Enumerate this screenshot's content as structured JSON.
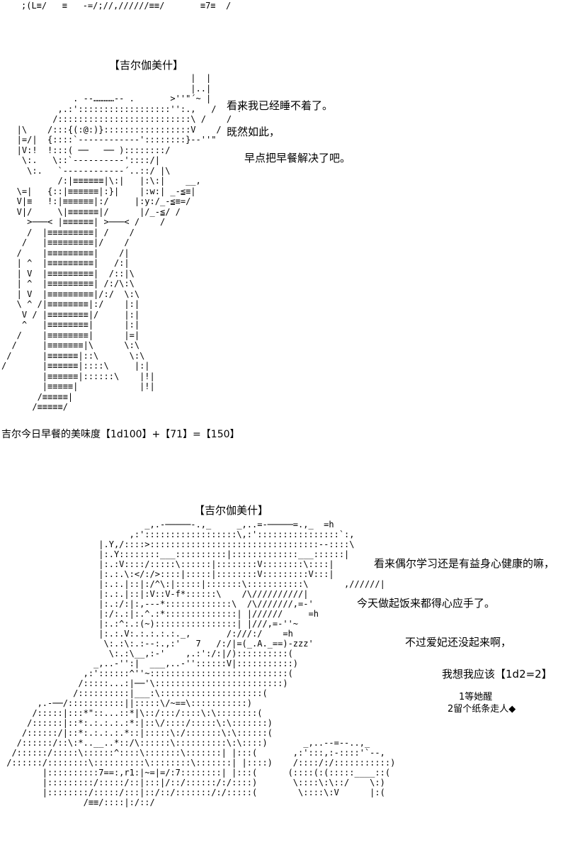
{
  "page": {
    "background_color": "#ffffff",
    "text_color": "#000000"
  },
  "banner_art": ";(L≡/   ≡   -=/;//,//////≡≡/       ≡7≡  /",
  "section1": {
    "speaker": "【吉尔伽美什】",
    "dialogue": [
      "看来我已经睡不着了。",
      "既然如此，",
      "早点把早餐解决了吧。"
    ],
    "result": "吉尔今日早餐的美味度【1d100】+【71】=【150】",
    "ascii_art": [
      "                                     |  |",
      "                                     |..|",
      "              . -‐…………‐- .       >''\"´~ |",
      "           ,.:'::::::::::::::::::'':.,   /    !",
      "          /::::::::::::::::::::::::::\\ /    /",
      "   |\\    /:::{(:@:)}:::::::::::::::::V    /",
      "   |=/|  {::::`------------'::::::::}--''\"",
      "   |V:!  !:::( ──   ── )::::::::/",
      "    \\:.   \\::`‐--------‐'::::/|",
      "     \\:.   `‐----------‐´..::/ |\\",
      "           /:|≡≡≡≡≡≡|\\:|   |:\\:|    __,",
      "   \\=|   {::|≡≡≡≡≡≡|:}|    |:w:| _-≦≡|",
      "   V|≡   !:|≡≡≡≡≡≡|:/     |:y:/_-≦≡=/",
      "   V|/     \\|≡≡≡≡≡≡|/      |/_-≦/ /",
      "     >───< |≡≡≡≡≡≡| >───< /    /",
      "     /  |≡≡≡≡≡≡≡≡≡| /    /",
      "    /   |≡≡≡≡≡≡≡≡≡|/    /",
      "   /    |≡≡≡≡≡≡≡≡≡|    /|",
      "   | ^  |≡≡≡≡≡≡≡≡≡|   /:|",
      "   | V  |≡≡≡≡≡≡≡≡≡|  /::|\\",
      "   | ^  |≡≡≡≡≡≡≡≡≡| /:/\\:\\",
      "   | V  |≡≡≡≡≡≡≡≡≡|/:/  \\:\\",
      "   \\ ^ /|≡≡≡≡≡≡≡≡|:/    |:|",
      "    V / |≡≡≡≡≡≡≡≡|/     |:|",
      "    ^   |≡≡≡≡≡≡≡≡|      |:|",
      "   /    |≡≡≡≡≡≡≡≡|      |=|",
      "  /     |≡≡≡≡≡≡≡|\\      \\:\\",
      " /      |≡≡≡≡≡≡|::\\      \\:\\",
      "/       |≡≡≡≡≡≡|::::\\     |:|",
      "        |≡≡≡≡≡≡|::::::\\    |!|",
      "        |≡≡≡≡≡|            |!|",
      "       /≡≡≡≡≡|",
      "      /≡≡≡≡≡/"
    ]
  },
  "section2": {
    "speaker": "【吉尔伽美什】",
    "dialogue": [
      "看来偶尔学习还是有益身心健康的嘛，",
      "今天做起饭来都得心应手了。",
      "不过爱妃还没起来啊，",
      "我想我应该【1d2=2】"
    ],
    "options": [
      "1等她醒",
      "2留个纸条走人◆"
    ],
    "ascii_art": [
      "                            _,.-─────-.,_     _,..=-─────=.,_  =h",
      "                         ,:'::::::::::::::::::\\,:'::::::::::::::::`:,",
      "                   |.Y,/::::>:::::::::::::::::::::::::::::::::--::::\\",
      "                   |:.Y::::::::___::::::::::|:::::::::::::___::::::|",
      "                   |:.:V::::/:::::\\::::::|::::::::V::::::::\\::::|",
      "                   |:.:.\\:</:/>::::|:::::|::::::::V:::::::::V:::|",
      "                   |:.:.|::|:/^\\:|:::::|:::::::\\:::::::::::\\       ,//////|",
      "                   |:.:.|::|:V::V-f*::::::\\    /\\//////////|",
      "                   |:.:/:|:,---*:::::::::::::\\  /\\///////,=-'",
      "                   |:/:.:|:.^.:*::::::::::::::| |//////     =h",
      "                   |:.:^:.:(~)::::::::::::::::| |///,=-''~",
      "                   |:.:.V:.:.:.:.:._,       /:///:/    =h",
      "                    \\:.:\\:.:--:.,:'   7   /:/|=(_.A._==)-zzz'",
      "                     \\:.:\\__,:-'    ,.:':/:|/)::::::::::(",
      "                  _,..-'':|  ___,..-''::::::V|:::::::::::)",
      "                ,:'::::::^''~:::::::::::::::::::::::::::(",
      "               /:::::...:|──'\\:::::::::::::::::::::::::)",
      "              /::::::::::|___:\\::::::::::::::::::::(",
      "       ,.-──/:::::::::::||:::::\\/~==\\:::::::::::)",
      "      /:::::|:::*\"::...::*|\\::/:::/::::\\:\\::::::::(",
      "     /::::::|::*:.:.:.:.:*:|::\\/::::/:::::\\:\\:::::::)",
      "    /::::::/|::*:.:.:.:.*::|:::::\\:/:::::::\\:\\::::::(",
      "   /::::::/::\\:*..__..*::/\\::::::\\::::::::::\\:\\::::)       _,..--=--..,_",
      "  /::::::/:::::\\::::::^::::\\:::::::\\:::::::| |:::(       ,:':::,:-::::'`--,",
      " /::::::/::::::::\\::::::::::\\::::::::\\:::::::| |::::)    /::::/:/:::::::::::)",
      "        |::::::::::7==:,r1:|~=|=/:7::::::::| |:::(      (::::(:(:::::____::(",
      "        |:::::::::/:::::/::|:::|/::/::::::/:/::::)       \\::::\\:\\::/    \\:)",
      "        |::::::::/:::::/:::|::/::/:::::::/:/:::::(        \\::::\\:V      |:(",
      "                /≡≡/::::|:/::/"
    ]
  }
}
